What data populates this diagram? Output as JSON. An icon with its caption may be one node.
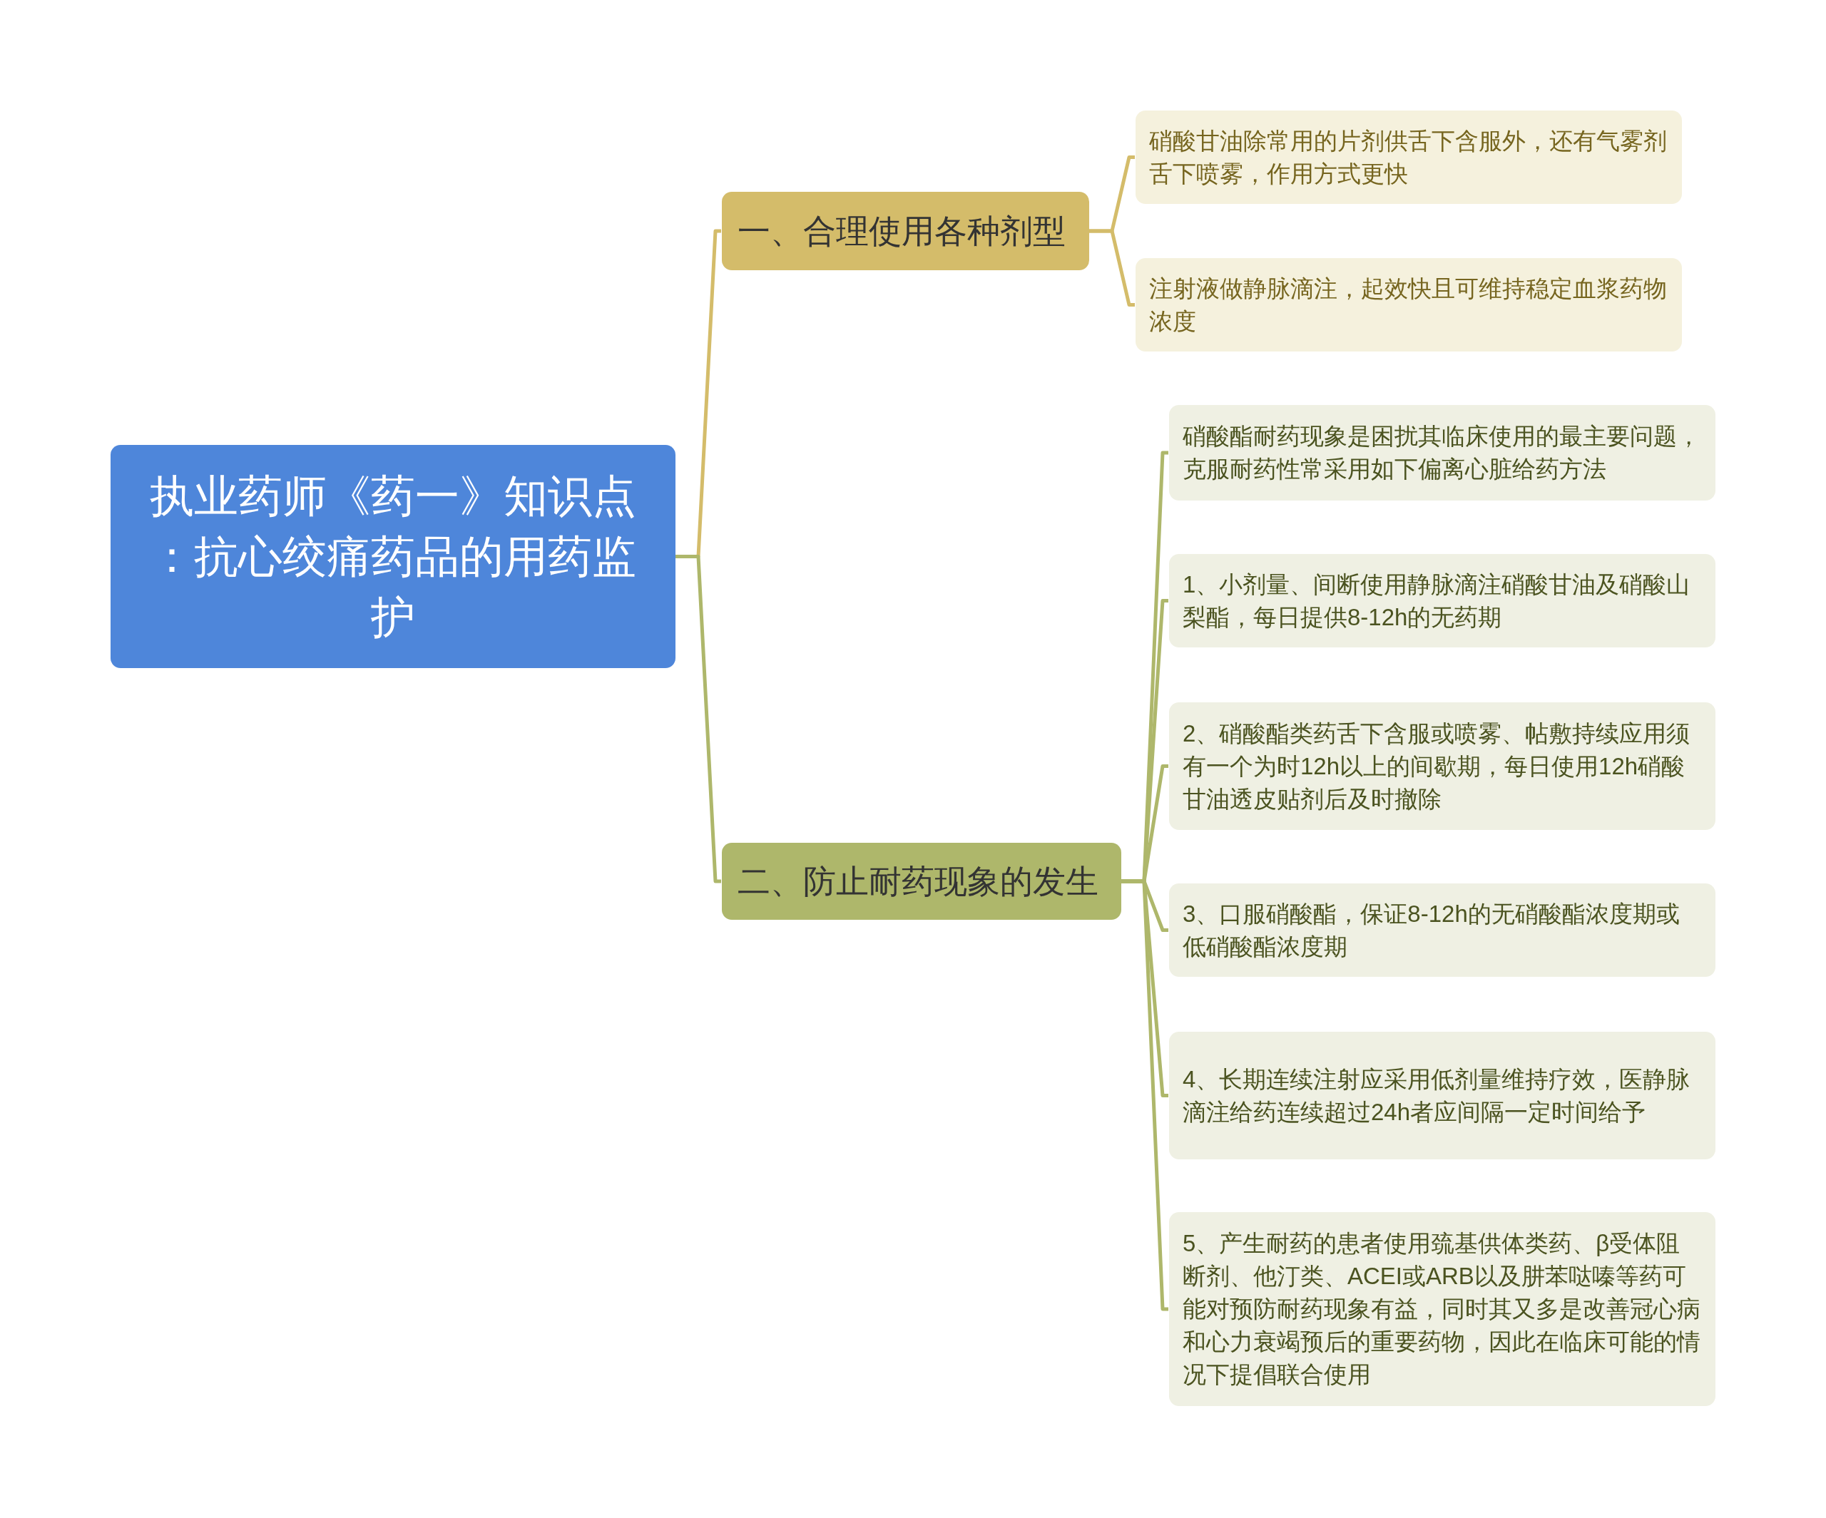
{
  "diagram": {
    "nodes": [
      {
        "text": [
          "执业药师《药一》知识点：抗心绞痛药品的用药监护"
        ]
      },
      {
        "text": [
          "一、合理使用各种剂型"
        ]
      },
      {
        "text": [
          "硝酸甘油除常用的片剂供舌下含服外，还有气雾剂舌下喷雾，作用方式更快"
        ]
      },
      {
        "text": [
          "注射液做静脉滴注，起效快且可维持稳定血浆药物浓度"
        ]
      },
      {
        "text": [
          "二、防止耐药现象的发生"
        ]
      },
      {
        "text": [
          "硝酸酯耐药现象是困扰其临床使用的最主要问题，克服耐药性常采用如下偏离心脏给药方法"
        ]
      },
      {
        "text": [
          "1、小剂量、间断使用静脉滴注硝酸甘油及硝酸山梨酯，每日提供8-12h的无药期"
        ]
      },
      {
        "text": [
          "2、硝酸酯类药舌下含服或喷雾、帖敷持续应用须有一个为时12h以上的间歇期，每日使用12h硝酸甘油透皮贴剂后及时撤除"
        ]
      },
      {
        "text": [
          "3、口服硝酸酯，保证8-12h的无硝酸酯浓度期或低硝酸酯浓度期"
        ]
      },
      {
        "text": [
          "4、长期连续注射应采用低剂量维持疗效，医静脉滴注给药连续超过24h者应间隔一定时间给予"
        ]
      },
      {
        "text": [
          "5、产生耐药的患者使用巯基供体类药、β受体阻断剂、他汀类、ACEI或ARB以及肼苯哒嗪等药可能对预防耐药现象有益，同时其又多是改善冠心病和心力衰竭预后的重要药物，因此在临床可能的情况下提倡联合使用"
        ]
      }
    ],
    "edges": [
      {
        "from": 0,
        "to": 1,
        "arrow": "none",
        "color": "#d4bc6a"
      },
      {
        "from": 1,
        "to": 2,
        "arrow": "none",
        "color": "#d4bc6a"
      },
      {
        "from": 1,
        "to": 3,
        "arrow": "none",
        "color": "#d4bc6a"
      },
      {
        "from": 0,
        "to": 4,
        "arrow": "none"
      },
      {
        "from": 4,
        "to": 5,
        "arrow": "none"
      },
      {
        "from": 4,
        "to": 6,
        "arrow": "none"
      },
      {
        "from": 4,
        "to": 7,
        "arrow": "none"
      },
      {
        "from": 4,
        "to": 8,
        "arrow": "none"
      },
      {
        "from": 4,
        "to": 9,
        "arrow": "none"
      },
      {
        "from": 4,
        "to": 10,
        "arrow": "none"
      }
    ]
  }
}
